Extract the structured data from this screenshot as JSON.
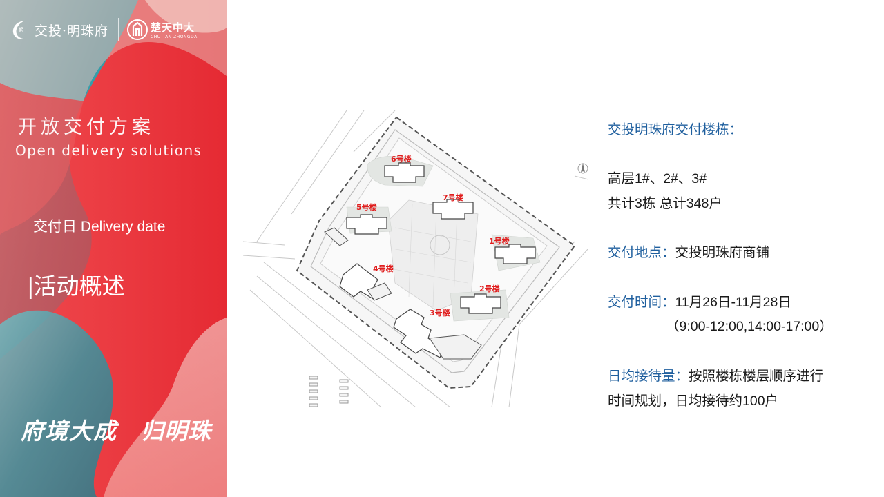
{
  "sidebar": {
    "logo_left_text": "交投·明珠府",
    "logo_left_mark": "鹤",
    "logo_right_cn": "楚天中大",
    "logo_right_en": "CHUTIAN ZHONGDA",
    "title_cn": "开放交付方案",
    "title_en": "Open delivery solutions",
    "delivery_date": "交付日 Delivery date",
    "activity_overview": "|活动概述",
    "slogan_part1": "府境大成",
    "slogan_part2": "归明珠"
  },
  "site_plan": {
    "buildings": [
      "6号楼",
      "7号楼",
      "5号楼",
      "1号楼",
      "4号楼",
      "2号楼",
      "3号楼"
    ]
  },
  "info": {
    "heading": "交投明珠府交付楼栋：",
    "buildings_line": "高层1#、2#、3#",
    "count_line": "共计3栋  总计348户",
    "location_label": "交付地点：",
    "location_value": "交投明珠府商铺",
    "time_label": "交付时间：",
    "time_value": "11月26日-11月28日",
    "time_hours": "（9:00-12:00,14:00-17:00）",
    "reception_label": "日均接待量：",
    "reception_value": "按照楼栋楼层顺序进行",
    "reception_value2": "时间规划，日均接待约100户"
  },
  "colors": {
    "accent_red": "#e8343c",
    "teal": "#3fa3ad",
    "label_blue": "#1f5f9e",
    "building_label_red": "#e01e1e"
  }
}
